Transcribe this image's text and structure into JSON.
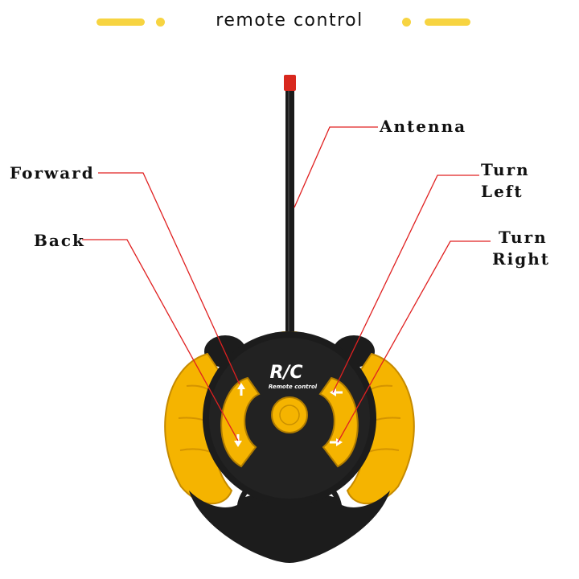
{
  "header": {
    "title": "remote control"
  },
  "remote": {
    "logo": "R/C",
    "logo_subtitle": "Remote control"
  },
  "callouts": {
    "antenna": "Antenna",
    "forward": "Forward",
    "back": "Back",
    "turn_left_line1": "Turn",
    "turn_left_line2": "Left",
    "turn_right_line1": "Turn",
    "turn_right_line2": "Right"
  },
  "colors": {
    "accent_yellow": "#f5b400",
    "decor_yellow": "#f7d441",
    "body_black": "#1c1c1c",
    "callout_red": "#e02020",
    "antenna_tip": "#d8281e"
  }
}
